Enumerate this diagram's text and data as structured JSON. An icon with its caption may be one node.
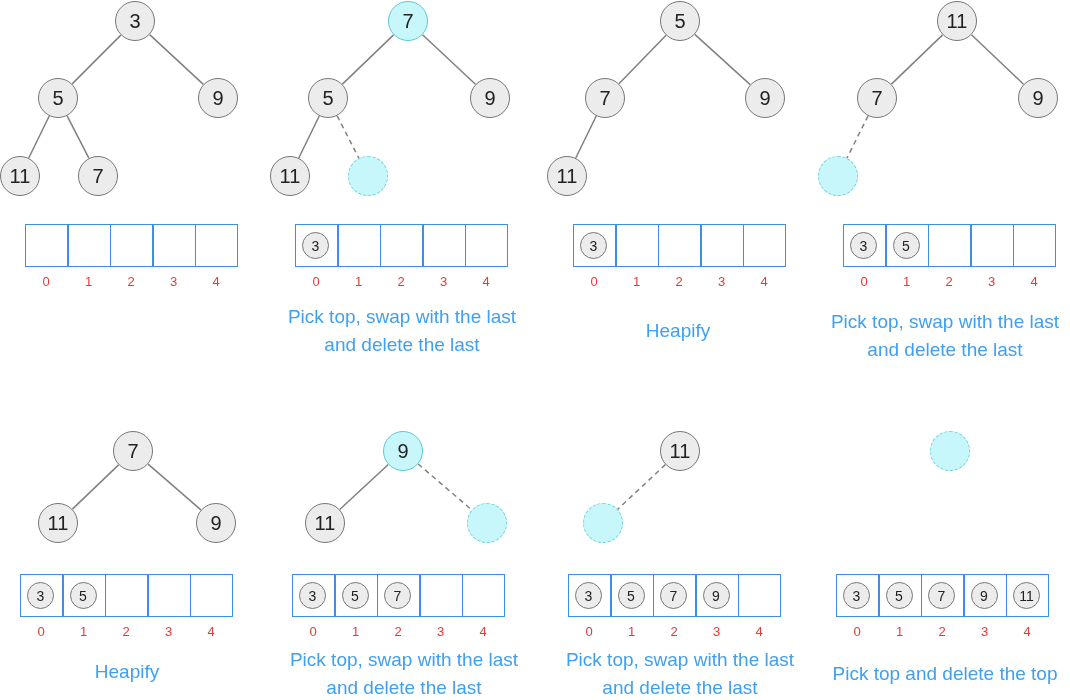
{
  "diagram": {
    "nodes": [
      {
        "text": [
          "3"
        ]
      },
      {
        "text": [
          "5"
        ]
      },
      {
        "text": [
          "9"
        ]
      },
      {
        "text": [
          "11"
        ]
      },
      {
        "text": [
          "7"
        ]
      },
      {
        "text": [],
        "shape": "box"
      },
      {
        "text": [],
        "shape": "box"
      },
      {
        "text": [],
        "shape": "box"
      },
      {
        "text": [],
        "shape": "box"
      },
      {
        "text": [],
        "shape": "box"
      },
      {
        "text": [
          "7"
        ]
      },
      {
        "text": [
          "5"
        ]
      },
      {
        "text": [
          "9"
        ]
      },
      {
        "text": [
          "11"
        ]
      },
      {
        "text": [],
        "shape": "circle"
      },
      {
        "text": [],
        "shape": "box"
      },
      {
        "text": [
          "3"
        ],
        "in": 15
      },
      {
        "text": [],
        "shape": "box"
      },
      {
        "text": [],
        "shape": "box"
      },
      {
        "text": [],
        "shape": "box"
      },
      {
        "text": [],
        "shape": "box"
      },
      {
        "text": [
          "5"
        ]
      },
      {
        "text": [
          "7"
        ]
      },
      {
        "text": [
          "9"
        ]
      },
      {
        "text": [
          "11"
        ]
      },
      {
        "text": [],
        "shape": "box"
      },
      {
        "text": [
          "3"
        ],
        "in": 25
      },
      {
        "text": [],
        "shape": "box"
      },
      {
        "text": [],
        "shape": "box"
      },
      {
        "text": [],
        "shape": "box"
      },
      {
        "text": [],
        "shape": "box"
      },
      {
        "text": [
          "11"
        ]
      },
      {
        "text": [
          "7"
        ]
      },
      {
        "text": [
          "9"
        ]
      },
      {
        "text": [],
        "shape": "circle"
      },
      {
        "text": [],
        "shape": "box"
      },
      {
        "text": [
          "3"
        ],
        "in": 35
      },
      {
        "text": [],
        "shape": "box"
      },
      {
        "text": [
          "5"
        ],
        "in": 37
      },
      {
        "text": [],
        "shape": "box"
      },
      {
        "text": [],
        "shape": "box"
      },
      {
        "text": [],
        "shape": "box"
      },
      {
        "text": [
          "7"
        ]
      },
      {
        "text": [
          "11"
        ]
      },
      {
        "text": [
          "9"
        ]
      },
      {
        "text": [],
        "shape": "box"
      },
      {
        "text": [
          "3"
        ],
        "in": 45
      },
      {
        "text": [],
        "shape": "box"
      },
      {
        "text": [
          "5"
        ],
        "in": 47
      },
      {
        "text": [],
        "shape": "box"
      },
      {
        "text": [],
        "shape": "box"
      },
      {
        "text": [],
        "shape": "box"
      },
      {
        "text": [
          "9"
        ]
      },
      {
        "text": [
          "11"
        ]
      },
      {
        "text": [],
        "shape": "circle"
      },
      {
        "text": [],
        "shape": "box"
      },
      {
        "text": [
          "3"
        ],
        "in": 55
      },
      {
        "text": [],
        "shape": "box"
      },
      {
        "text": [
          "5"
        ],
        "in": 57
      },
      {
        "text": [],
        "shape": "box"
      },
      {
        "text": [
          "7"
        ],
        "in": 59
      },
      {
        "text": [],
        "shape": "box"
      },
      {
        "text": [],
        "shape": "box"
      },
      {
        "text": [
          "11"
        ]
      },
      {
        "text": [],
        "shape": "circle"
      },
      {
        "text": [],
        "shape": "box"
      },
      {
        "text": [
          "3"
        ],
        "in": 65
      },
      {
        "text": [],
        "shape": "box"
      },
      {
        "text": [
          "5"
        ],
        "in": 67
      },
      {
        "text": [],
        "shape": "box"
      },
      {
        "text": [
          "7"
        ],
        "in": 69
      },
      {
        "text": [],
        "shape": "box"
      },
      {
        "text": [
          "9"
        ],
        "in": 71
      },
      {
        "text": [],
        "shape": "box"
      },
      {
        "text": [],
        "shape": "circle"
      },
      {
        "text": [],
        "shape": "box"
      },
      {
        "text": [
          "3"
        ],
        "in": 75
      },
      {
        "text": [],
        "shape": "box"
      },
      {
        "text": [
          "5"
        ],
        "in": 77
      },
      {
        "text": [],
        "shape": "box"
      },
      {
        "text": [
          "7"
        ],
        "in": 79
      },
      {
        "text": [],
        "shape": "box"
      },
      {
        "text": [
          "9"
        ],
        "in": 81
      },
      {
        "text": [],
        "shape": "box"
      },
      {
        "text": [
          "11"
        ],
        "in": 83
      }
    ],
    "edges": [
      {
        "from": 0,
        "to": 1,
        "arrow": "none"
      },
      {
        "from": 0,
        "to": 2,
        "arrow": "none"
      },
      {
        "from": 1,
        "to": 3,
        "arrow": "none"
      },
      {
        "from": 1,
        "to": 4,
        "arrow": "none"
      },
      {
        "from": 10,
        "to": 11,
        "arrow": "none"
      },
      {
        "from": 10,
        "to": 12,
        "arrow": "none"
      },
      {
        "from": 11,
        "to": 13,
        "arrow": "none"
      },
      {
        "from": 11,
        "to": 14,
        "arrow": "none",
        "style": "dashed"
      },
      {
        "from": 21,
        "to": 22,
        "arrow": "none"
      },
      {
        "from": 21,
        "to": 23,
        "arrow": "none"
      },
      {
        "from": 22,
        "to": 24,
        "arrow": "none"
      },
      {
        "from": 31,
        "to": 32,
        "arrow": "none"
      },
      {
        "from": 31,
        "to": 33,
        "arrow": "none"
      },
      {
        "from": 32,
        "to": 34,
        "arrow": "none",
        "style": "dashed"
      },
      {
        "from": 42,
        "to": 43,
        "arrow": "none"
      },
      {
        "from": 42,
        "to": 44,
        "arrow": "none"
      },
      {
        "from": 52,
        "to": 53,
        "arrow": "none"
      },
      {
        "from": 52,
        "to": 54,
        "arrow": "none",
        "style": "dashed"
      },
      {
        "from": 63,
        "to": 64,
        "arrow": "none",
        "style": "dashed"
      }
    ],
    "labels": [
      "0",
      "1",
      "2",
      "3",
      "4",
      "0",
      "1",
      "2",
      "3",
      "4",
      "0",
      "1",
      "2",
      "3",
      "4",
      "0",
      "1",
      "2",
      "3",
      "4",
      "Pick top, swap with the last and delete the last",
      "Heapify",
      "Pick top, swap with the last and delete the last",
      "0",
      "1",
      "2",
      "3",
      "4",
      "0",
      "1",
      "2",
      "3",
      "4",
      "0",
      "1",
      "2",
      "3",
      "4",
      "0",
      "1",
      "2",
      "3",
      "4",
      "Heapify",
      "Pick top, swap with the last and delete the last",
      "Pick top, swap with the last and delete the last",
      "Pick top and delete the top"
    ]
  }
}
